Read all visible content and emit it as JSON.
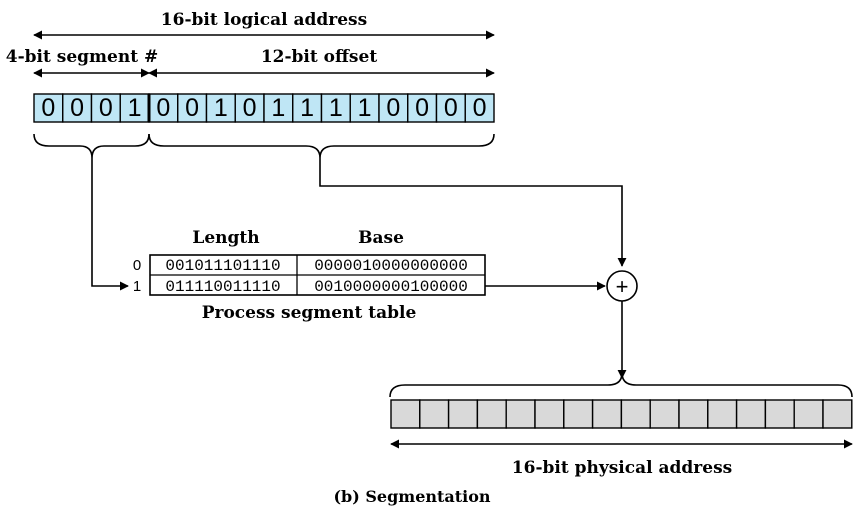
{
  "labels": {
    "logical_address": "16-bit logical address",
    "segment_number": "4-bit segment #",
    "offset": "12-bit offset",
    "length_header": "Length",
    "base_header": "Base",
    "table_caption": "Process segment table",
    "physical_address": "16-bit physical address",
    "figure_caption": "(b) Segmentation",
    "adder_symbol": "+"
  },
  "logical_bits": [
    "0",
    "0",
    "0",
    "1",
    "0",
    "0",
    "1",
    "0",
    "1",
    "1",
    "1",
    "1",
    "0",
    "0",
    "0",
    "0"
  ],
  "segment_table": {
    "rows": [
      {
        "index": "0",
        "length": "001011101110",
        "base": "0000010000000000"
      },
      {
        "index": "1",
        "length": "011110011110",
        "base": "0010000000100000"
      }
    ]
  },
  "colors": {
    "logical_cell_fill": "#bfe6f5",
    "physical_cell_fill": "#d9d9d9"
  }
}
